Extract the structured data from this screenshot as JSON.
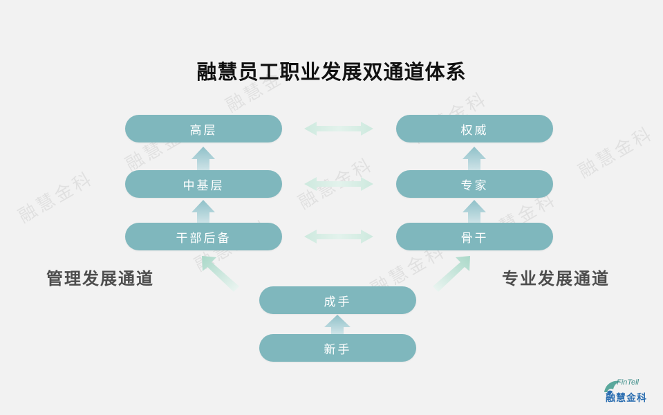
{
  "title": "融慧员工职业发展双通道体系",
  "left_track": {
    "label": "管理发展通道",
    "levels": [
      "高层",
      "中基层",
      "干部后备"
    ]
  },
  "right_track": {
    "label": "专业发展通道",
    "levels": [
      "权威",
      "专家",
      "骨干"
    ]
  },
  "common": [
    "成手",
    "新手"
  ],
  "watermark_text": "融慧金科",
  "logo": {
    "en": "FinTell",
    "cn": "融慧金科"
  },
  "colors": {
    "pill": "#7fb7bd",
    "up_arrow": "#a8cfd6",
    "link_arrow": "#bfe3d6",
    "background": "#f2f2f2"
  }
}
